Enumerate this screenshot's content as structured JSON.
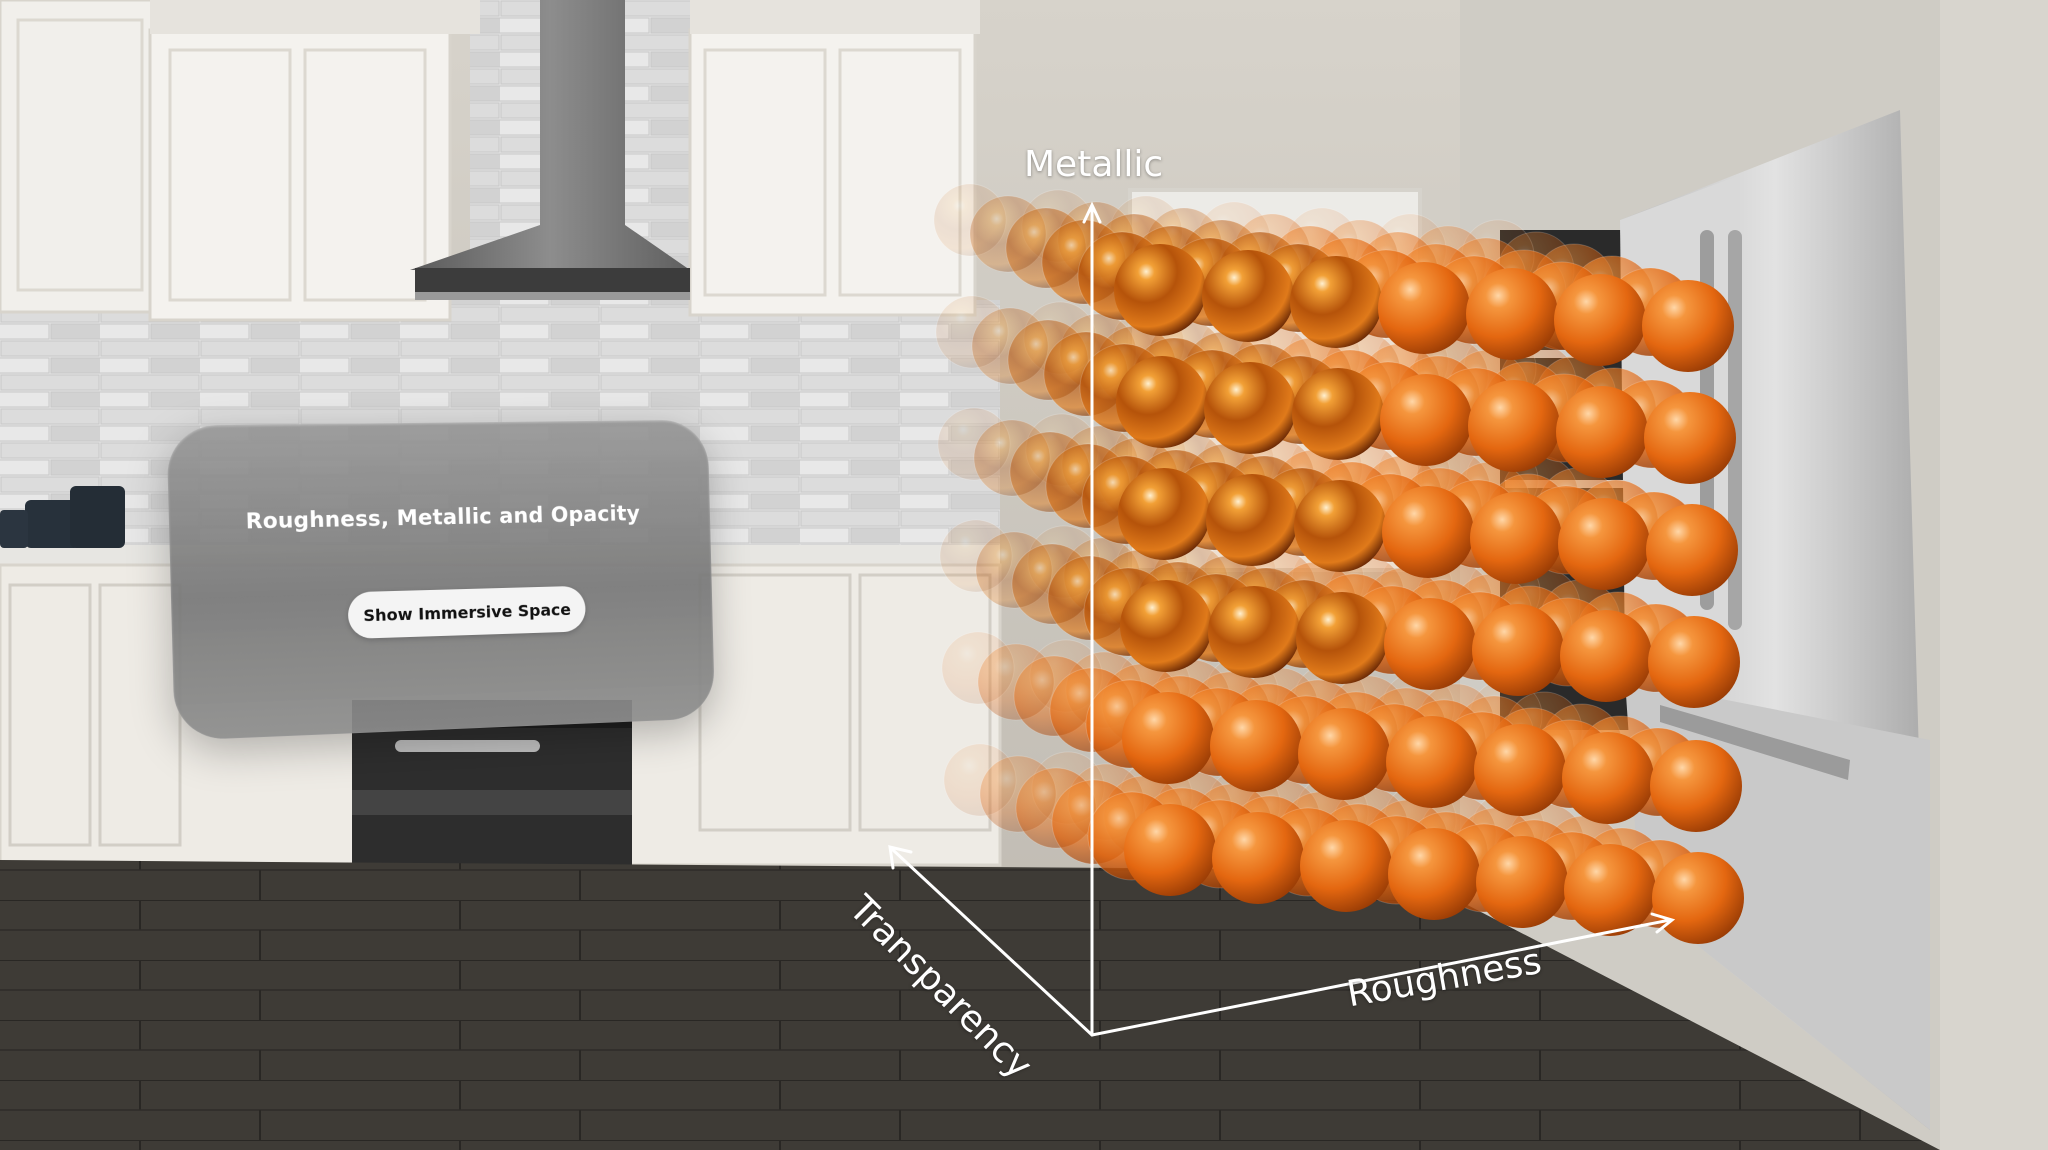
{
  "window": {
    "title": "Roughness, Metallic and Opacity",
    "button_label": "Show Immersive Space"
  },
  "axes": {
    "vertical": "Metallic",
    "horizontal": "Roughness",
    "depth": "Transparency"
  },
  "colors": {
    "sphere": "#e66a12",
    "axis": "#ffffff",
    "panel": "#8a8a8a"
  },
  "grid": {
    "columns": 7,
    "rows": 6,
    "depth_layers": 6
  }
}
